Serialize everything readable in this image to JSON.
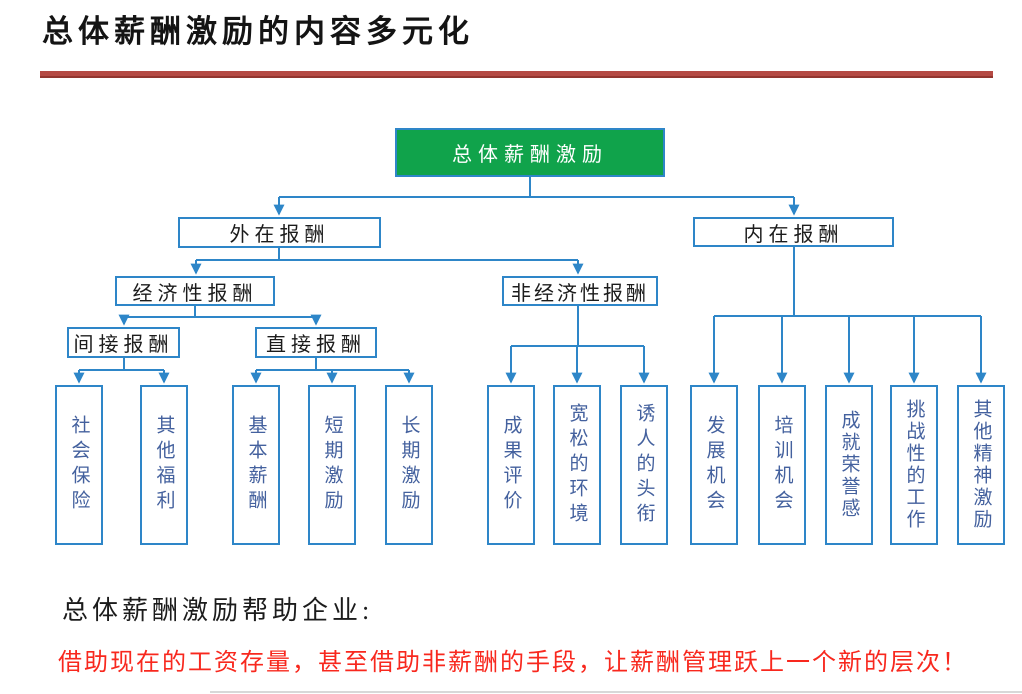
{
  "slide": {
    "title": "总体薪酬激励的内容多元化",
    "footer_heading": "总体薪酬激励帮助企业:",
    "footer_highlight": "借助现在的工资存量，甚至借助非薪酬的手段，让薪酬管理跃上一个新的层次！"
  },
  "colors": {
    "root_fill_green": "#10a34b",
    "connector_blue": "#2e86c8",
    "leaf_text_blue": "#44619e",
    "divider_red": "#b54a44",
    "highlight_red": "#f8281e"
  },
  "diagram": {
    "root": {
      "label": "总体薪酬激励"
    },
    "level2": [
      {
        "label": "外在报酬"
      },
      {
        "label": "内在报酬"
      }
    ],
    "level3": [
      {
        "label": "经济性报酬"
      },
      {
        "label": "非经济性报酬"
      }
    ],
    "level4": [
      {
        "label": "间接报酬"
      },
      {
        "label": "直接报酬"
      }
    ],
    "leaves": [
      {
        "label": "社会保险"
      },
      {
        "label": "其他福利"
      },
      {
        "label": "基本薪酬"
      },
      {
        "label": "短期激励"
      },
      {
        "label": "长期激励"
      },
      {
        "label": "成果评价"
      },
      {
        "label": "宽松的环境"
      },
      {
        "label": "诱人的头衔"
      },
      {
        "label": "发展机会"
      },
      {
        "label": "培训机会"
      },
      {
        "label": "成就荣誉感"
      },
      {
        "label": "挑战性的工作"
      },
      {
        "label": "其他精神激励"
      }
    ]
  }
}
